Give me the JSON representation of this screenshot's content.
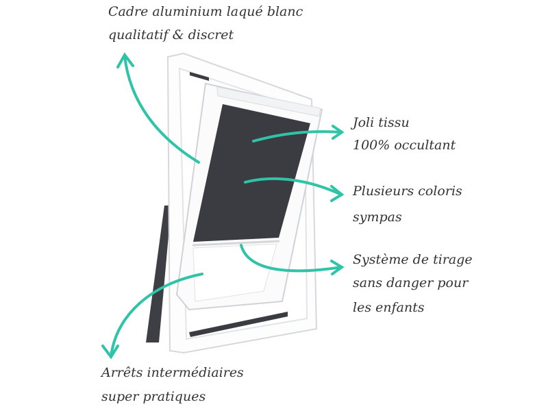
{
  "annotations": {
    "frame": {
      "line1": "Cadre aluminium laqué blanc",
      "line2": "qualitatif & discret"
    },
    "fabric": {
      "line1": "Joli tissu",
      "line2": "100% occultant"
    },
    "colors": {
      "line1": "Plusieurs coloris",
      "line2": "sympas"
    },
    "pull": {
      "line1": "Système de tirage",
      "line2": "sans danger pour",
      "line3": "les enfants"
    },
    "stops": {
      "line1": "Arrêts intermédiaires",
      "line2": "super pratiques"
    }
  },
  "colors": {
    "arrow": "#2fc3a8",
    "blind": "#3a3c42",
    "frame": "#ffffff"
  }
}
